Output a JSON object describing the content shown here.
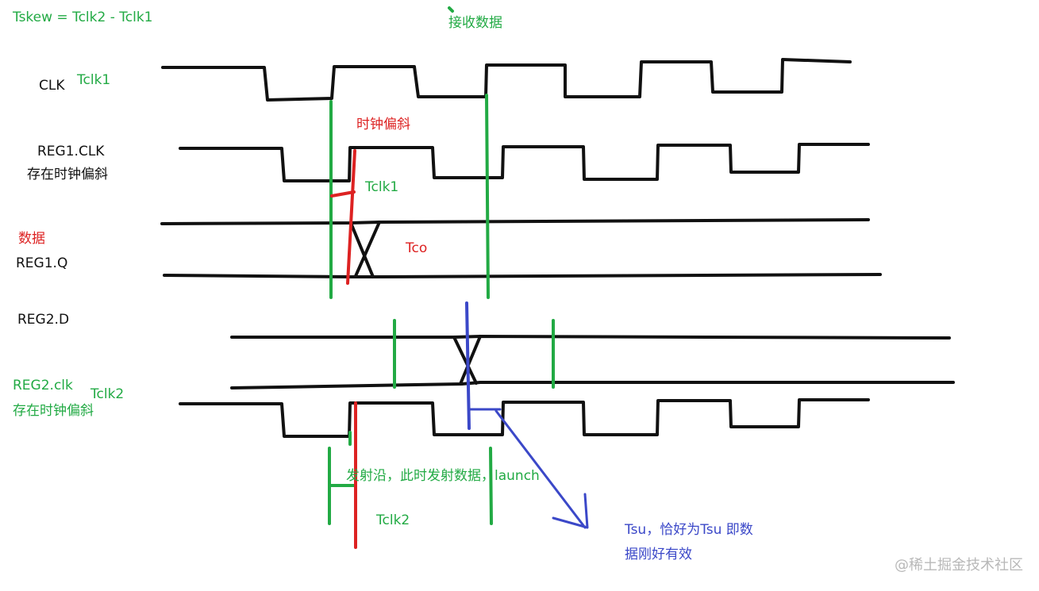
{
  "colors": {
    "signal": "#111111",
    "green": "#22aa44",
    "red": "#dd2222",
    "blue": "#3b48c8",
    "watermark": "#b8b8b8"
  },
  "labels": {
    "formula": "Tskew = Tclk2 - Tclk1",
    "receive": "接收数据",
    "clk": "CLK",
    "tclk1_top": "Tclk1",
    "skew_red": "时钟偏斜",
    "reg1_clk": "REG1.CLK",
    "reg1_skew": "存在时钟偏斜",
    "tclk1_mid": "Tclk1",
    "data_red": "数据",
    "reg1_q": "REG1.Q",
    "tco": "Tco",
    "reg2_d": "REG2.D",
    "reg2_clk": "REG2.clk",
    "tclk2_side": "Tclk2",
    "reg2_skew": "存在时钟偏斜",
    "launch": "发射沿，此时发射数据，launch",
    "tclk2_bottom": "Tclk2",
    "tsu_line1": "Tsu，恰好为Tsu 即数",
    "tsu_line2": "据刚好有效",
    "watermark": "@稀土掘金技术社区"
  }
}
